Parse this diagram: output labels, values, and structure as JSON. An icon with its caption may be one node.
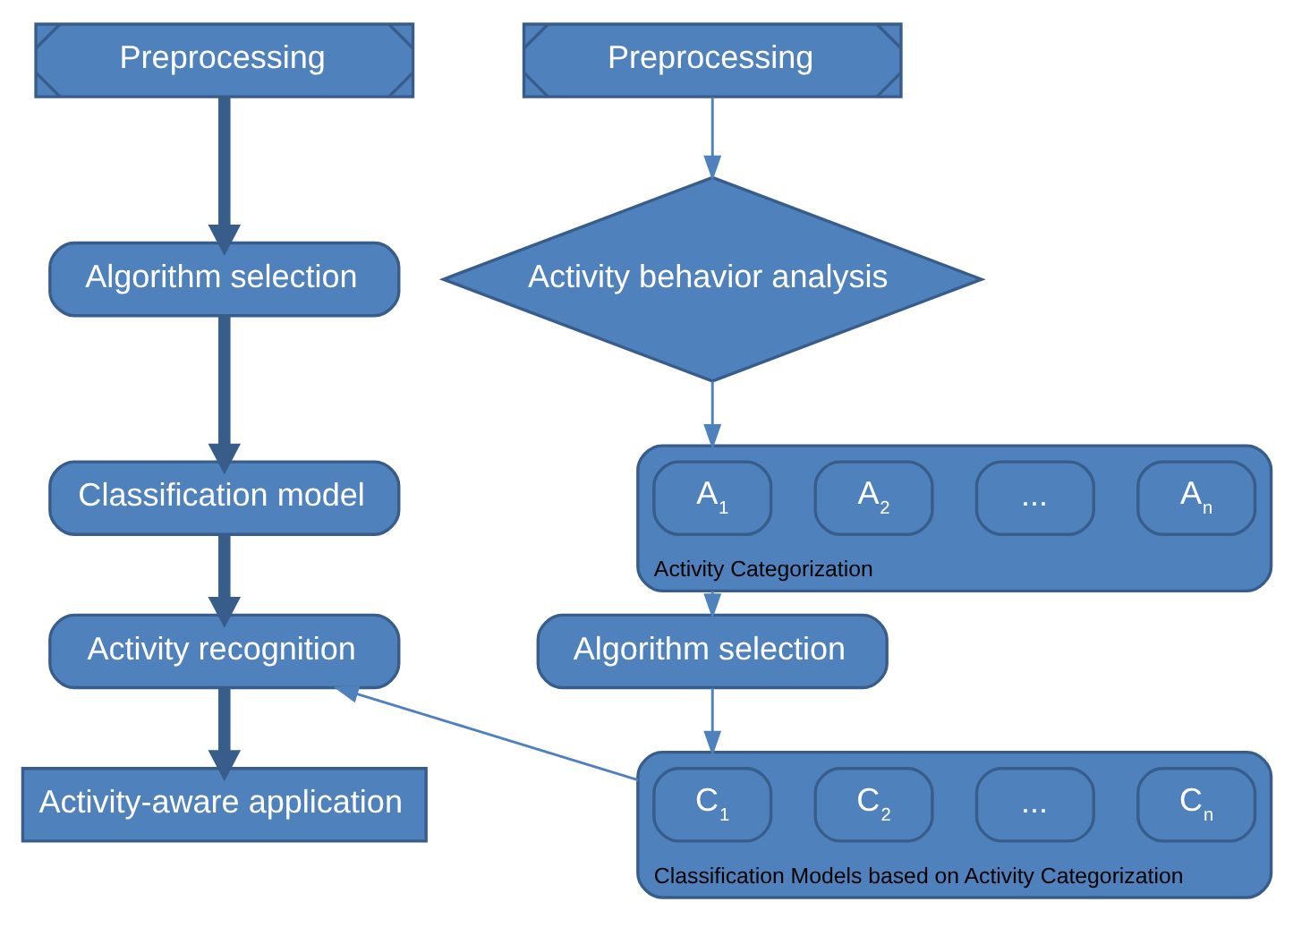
{
  "diagram": {
    "nodes": [
      {
        "text": [
          "Preprocessing"
        ]
      },
      {
        "text": [
          "Algorithm selection"
        ]
      },
      {
        "text": [
          "Classification model"
        ]
      },
      {
        "text": [
          "Activity recognition"
        ]
      },
      {
        "text": [
          "Activity-aware application"
        ]
      },
      {
        "text": [
          "Preprocessing"
        ]
      },
      {
        "text": [
          "Activity behavior analysis"
        ]
      },
      {
        "text": [],
        "shape": "box",
        "beside": [
          "Activity Categorization"
        ]
      },
      {
        "text": [
          "A$_{1}$"
        ],
        "in": 7
      },
      {
        "text": [
          "A$_{2}$"
        ],
        "in": 7
      },
      {
        "text": [
          "..."
        ],
        "in": 7
      },
      {
        "text": [
          "A$_{n}$"
        ],
        "in": 7
      },
      {
        "text": [
          "Algorithm selection"
        ]
      },
      {
        "text": [],
        "shape": "box",
        "beside": [
          "Classification Models based on Activity Categorization"
        ]
      },
      {
        "text": [
          "C$_{1}$"
        ],
        "in": 13
      },
      {
        "text": [
          "C$_{2}$"
        ],
        "in": 13
      },
      {
        "text": [
          "..."
        ],
        "in": 13
      },
      {
        "text": [
          "C$_{n}$"
        ],
        "in": 13
      }
    ],
    "edges": [
      {
        "from": 0,
        "to": 1,
        "arrow": "to",
        "style": "thick"
      },
      {
        "from": 1,
        "to": 2,
        "arrow": "to",
        "style": "thick"
      },
      {
        "from": 2,
        "to": 3,
        "arrow": "to",
        "style": "thick"
      },
      {
        "from": 3,
        "to": 4,
        "arrow": "to",
        "style": "thick"
      },
      {
        "from": 5,
        "to": 6,
        "arrow": "to"
      },
      {
        "from": 6,
        "to": 7,
        "arrow": "to"
      },
      {
        "from": 7,
        "to": 12,
        "arrow": "to"
      },
      {
        "from": 12,
        "to": 13,
        "arrow": "to"
      },
      {
        "from": 13,
        "to": 3,
        "arrow": "to"
      }
    ]
  }
}
